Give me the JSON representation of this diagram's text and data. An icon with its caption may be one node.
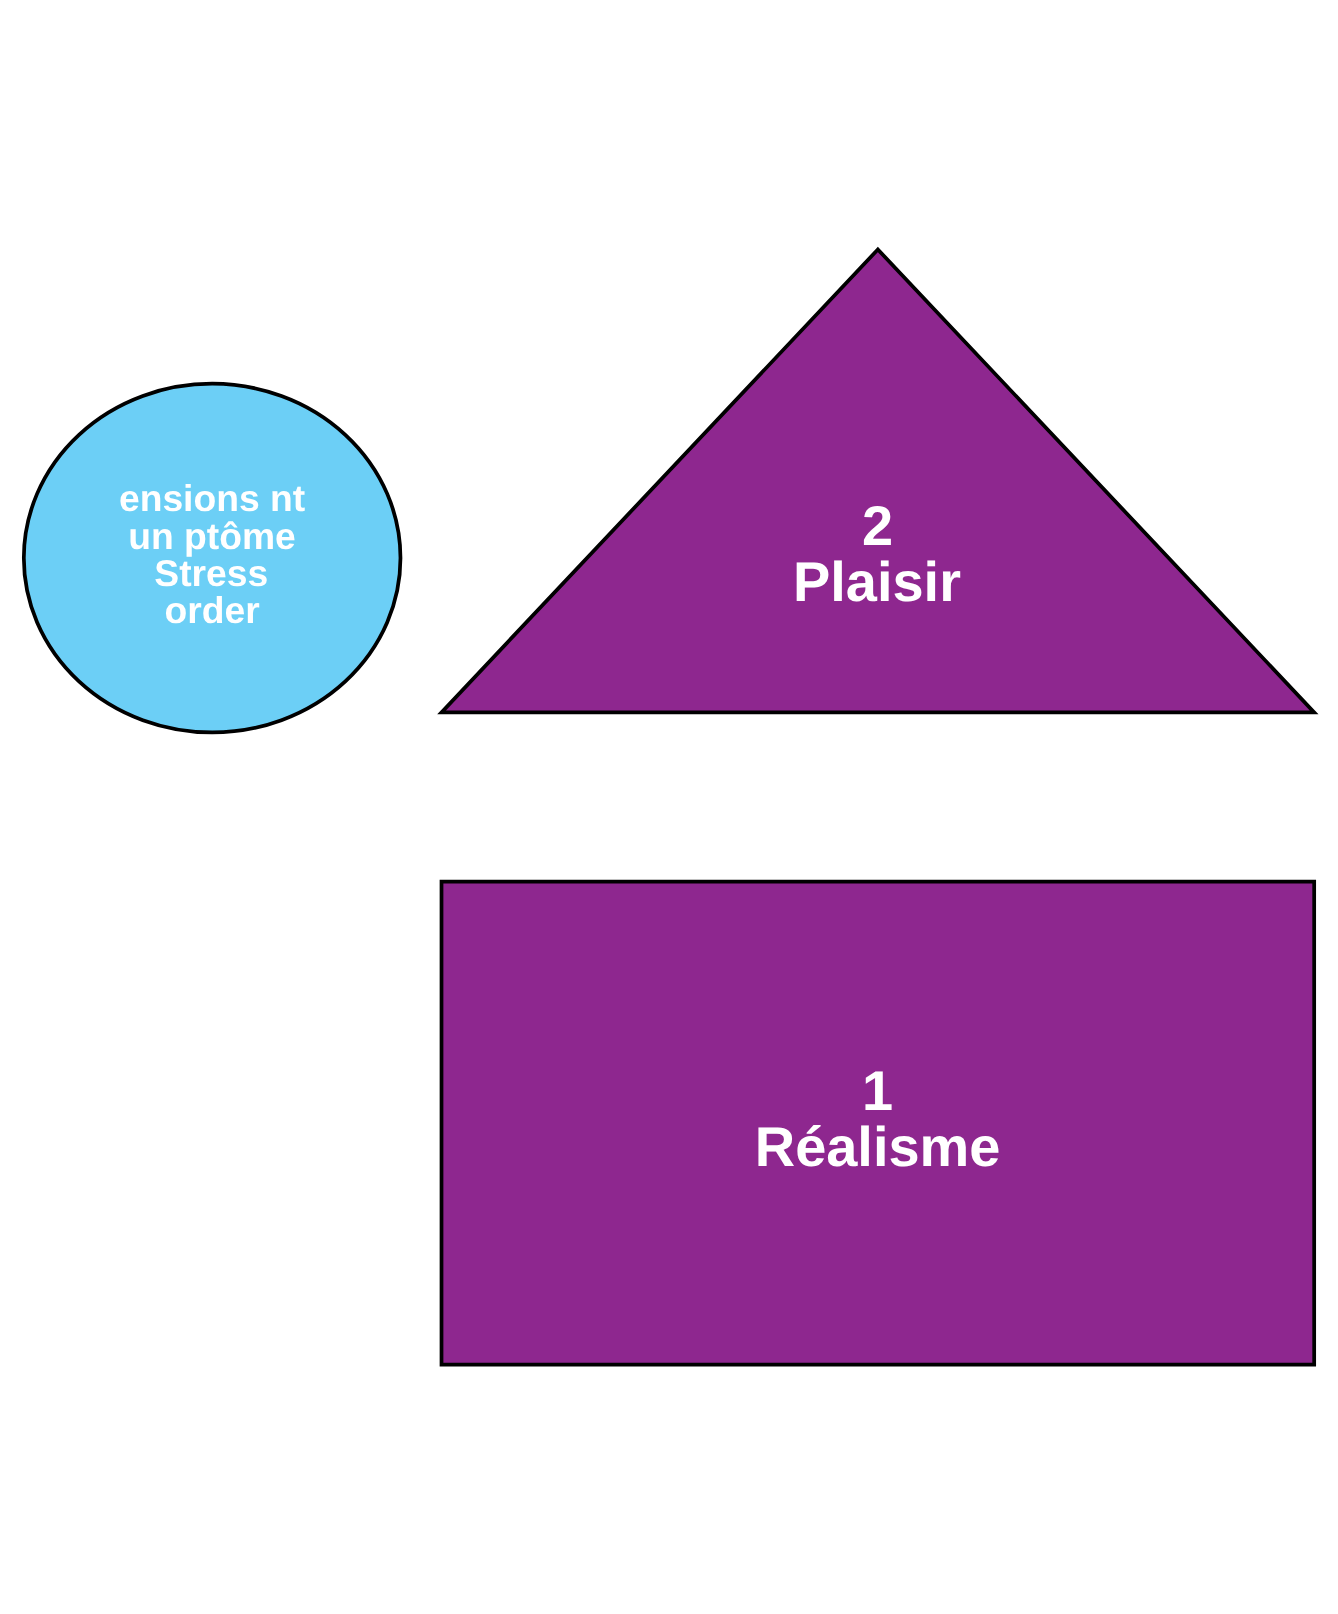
{
  "diagram": {
    "nodes": [
      {
        "text": [
          "ensions nt un ptôme Stress order"
        ]
      },
      {
        "text": [
          "2",
          "Plaisir"
        ]
      },
      {
        "text": [
          "1",
          "Réalisme"
        ]
      }
    ]
  }
}
